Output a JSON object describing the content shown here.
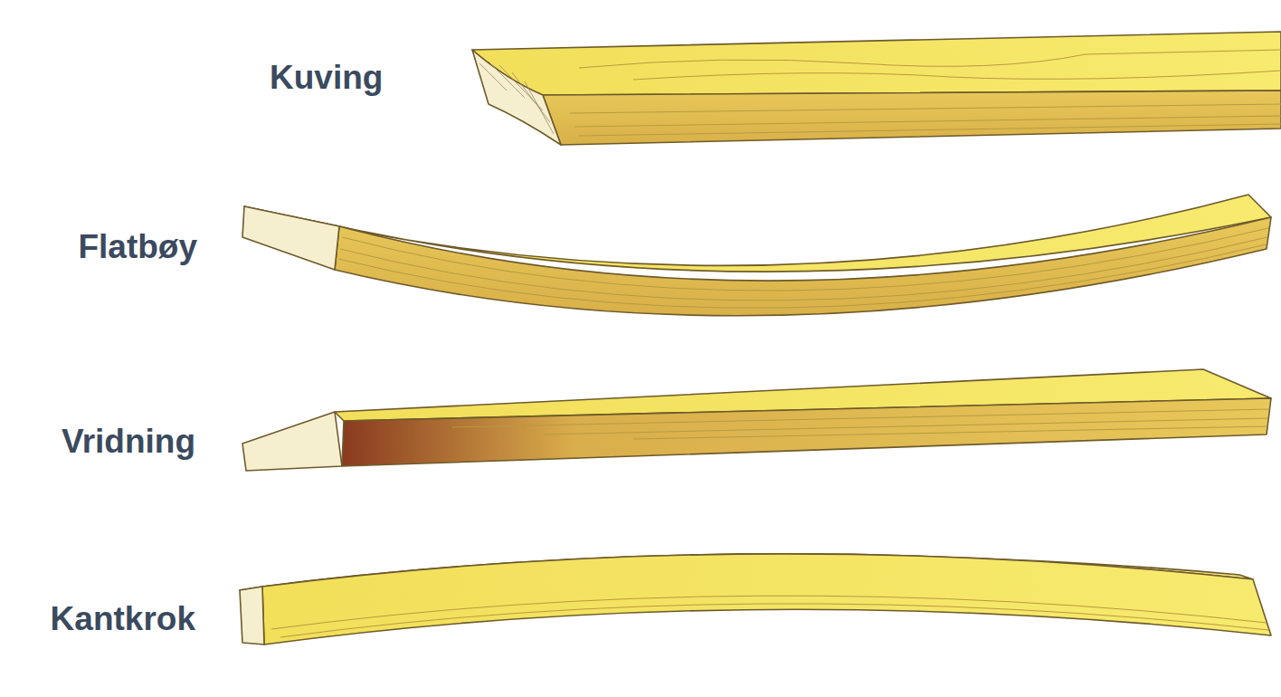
{
  "diagram": {
    "labels": [
      "Kuving",
      "Flatbøy",
      "Vridning",
      "Kantkrok"
    ]
  }
}
